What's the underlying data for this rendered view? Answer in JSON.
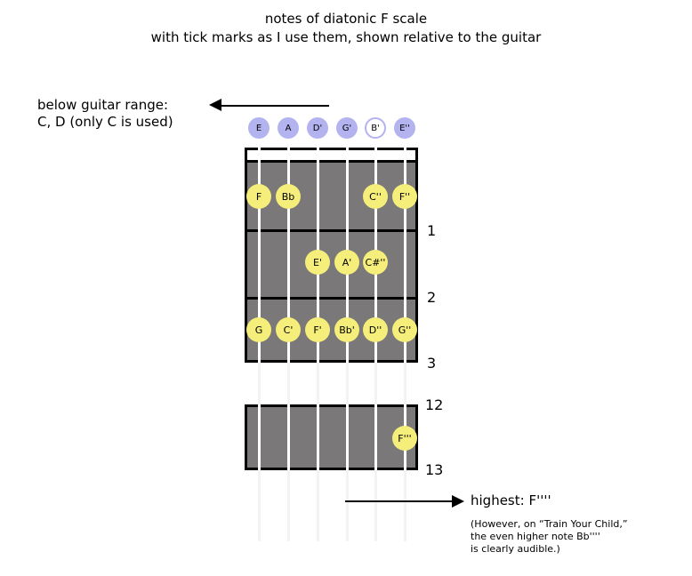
{
  "title": {
    "line1": "notes of diatonic F scale",
    "line2": "with tick marks as I use them, shown relative to the guitar"
  },
  "below": {
    "line1": "below guitar range:",
    "line2": "C, D (only C is used)"
  },
  "highest": {
    "label": "highest: F''''",
    "note1": "(However, on “Train Your Child,”",
    "note2": "the even higher note Bb''''",
    "note3": "is clearly audible.)"
  },
  "open_strings": [
    {
      "label": "E"
    },
    {
      "label": "A"
    },
    {
      "label": "D'"
    },
    {
      "label": "G'"
    },
    {
      "label": "B'",
      "hollow": true
    },
    {
      "label": "E''"
    }
  ],
  "fret_numbers": [
    "1",
    "2",
    "3",
    "12",
    "13"
  ],
  "notes": [
    {
      "label": "F",
      "string": 0,
      "fret": 1
    },
    {
      "label": "Bb",
      "string": 1,
      "fret": 1
    },
    {
      "label": "C''",
      "string": 4,
      "fret": 1
    },
    {
      "label": "F''",
      "string": 5,
      "fret": 1
    },
    {
      "label": "E'",
      "string": 2,
      "fret": 2
    },
    {
      "label": "A'",
      "string": 3,
      "fret": 2
    },
    {
      "label": "C#''",
      "string": 4,
      "fret": 2
    },
    {
      "label": "G",
      "string": 0,
      "fret": 3
    },
    {
      "label": "C'",
      "string": 1,
      "fret": 3
    },
    {
      "label": "F'",
      "string": 2,
      "fret": 3
    },
    {
      "label": "Bb'",
      "string": 3,
      "fret": 3
    },
    {
      "label": "D''",
      "string": 4,
      "fret": 3
    },
    {
      "label": "G''",
      "string": 5,
      "fret": 3
    },
    {
      "label": "F'''",
      "string": 5,
      "fret": 13
    }
  ],
  "colors": {
    "note": "#f5ee7a",
    "open": "#b3b3f0",
    "board": "#7a7878"
  }
}
